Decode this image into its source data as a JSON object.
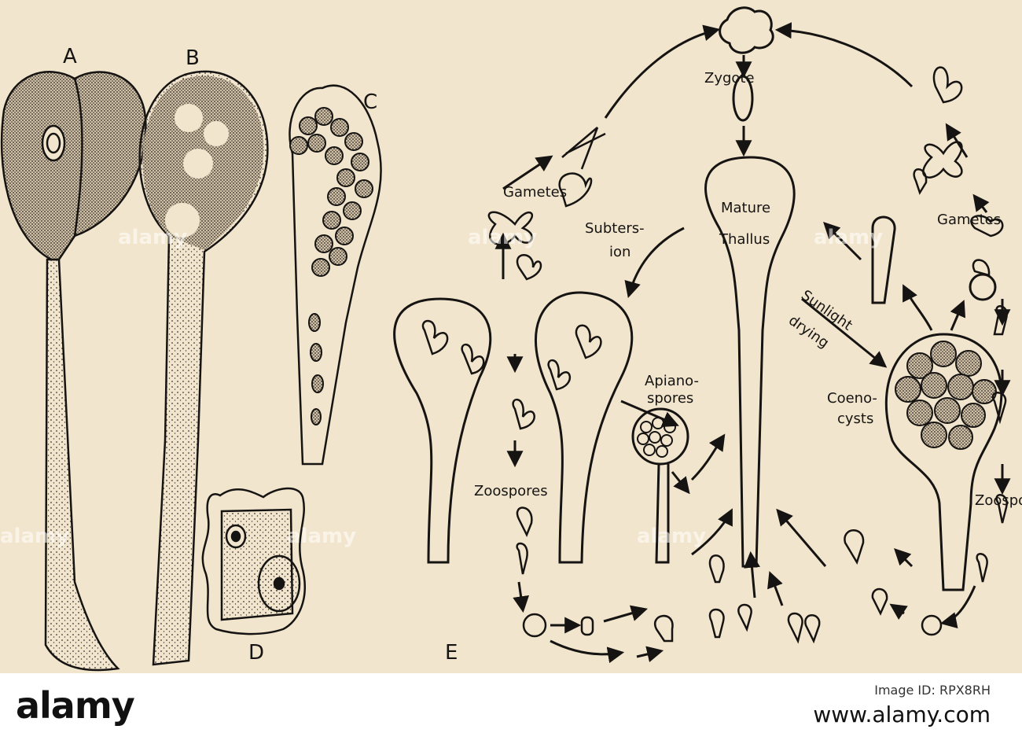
{
  "panel_letters": {
    "a": "A",
    "b": "B",
    "c": "C",
    "d": "D",
    "e": "E"
  },
  "labels": {
    "zygote": "Zygote",
    "gametes_left": "Gametes",
    "gametes_right": "Gametes",
    "mature_1": "Mature",
    "mature_2": "Thallus",
    "subtersion_1": "Subters-",
    "subtersion_2": "ion",
    "sunlight": "Sunlight",
    "drying": "drying",
    "apiano_1": "Apiano-",
    "apiano_2": "spores",
    "coeno_1": "Coeno-",
    "coeno_2": "cysts",
    "zoospores_left": "Zoospores",
    "zoospores_right": "Zoospo"
  },
  "watermark": {
    "text": "alamy"
  },
  "footer": {
    "logo": "alamy",
    "image_id": "Image ID: RPX8RH",
    "site": "www.alamy.com"
  },
  "colors": {
    "background": "#f2e5cd",
    "ink": "#161412",
    "footer": "#ffffff"
  }
}
